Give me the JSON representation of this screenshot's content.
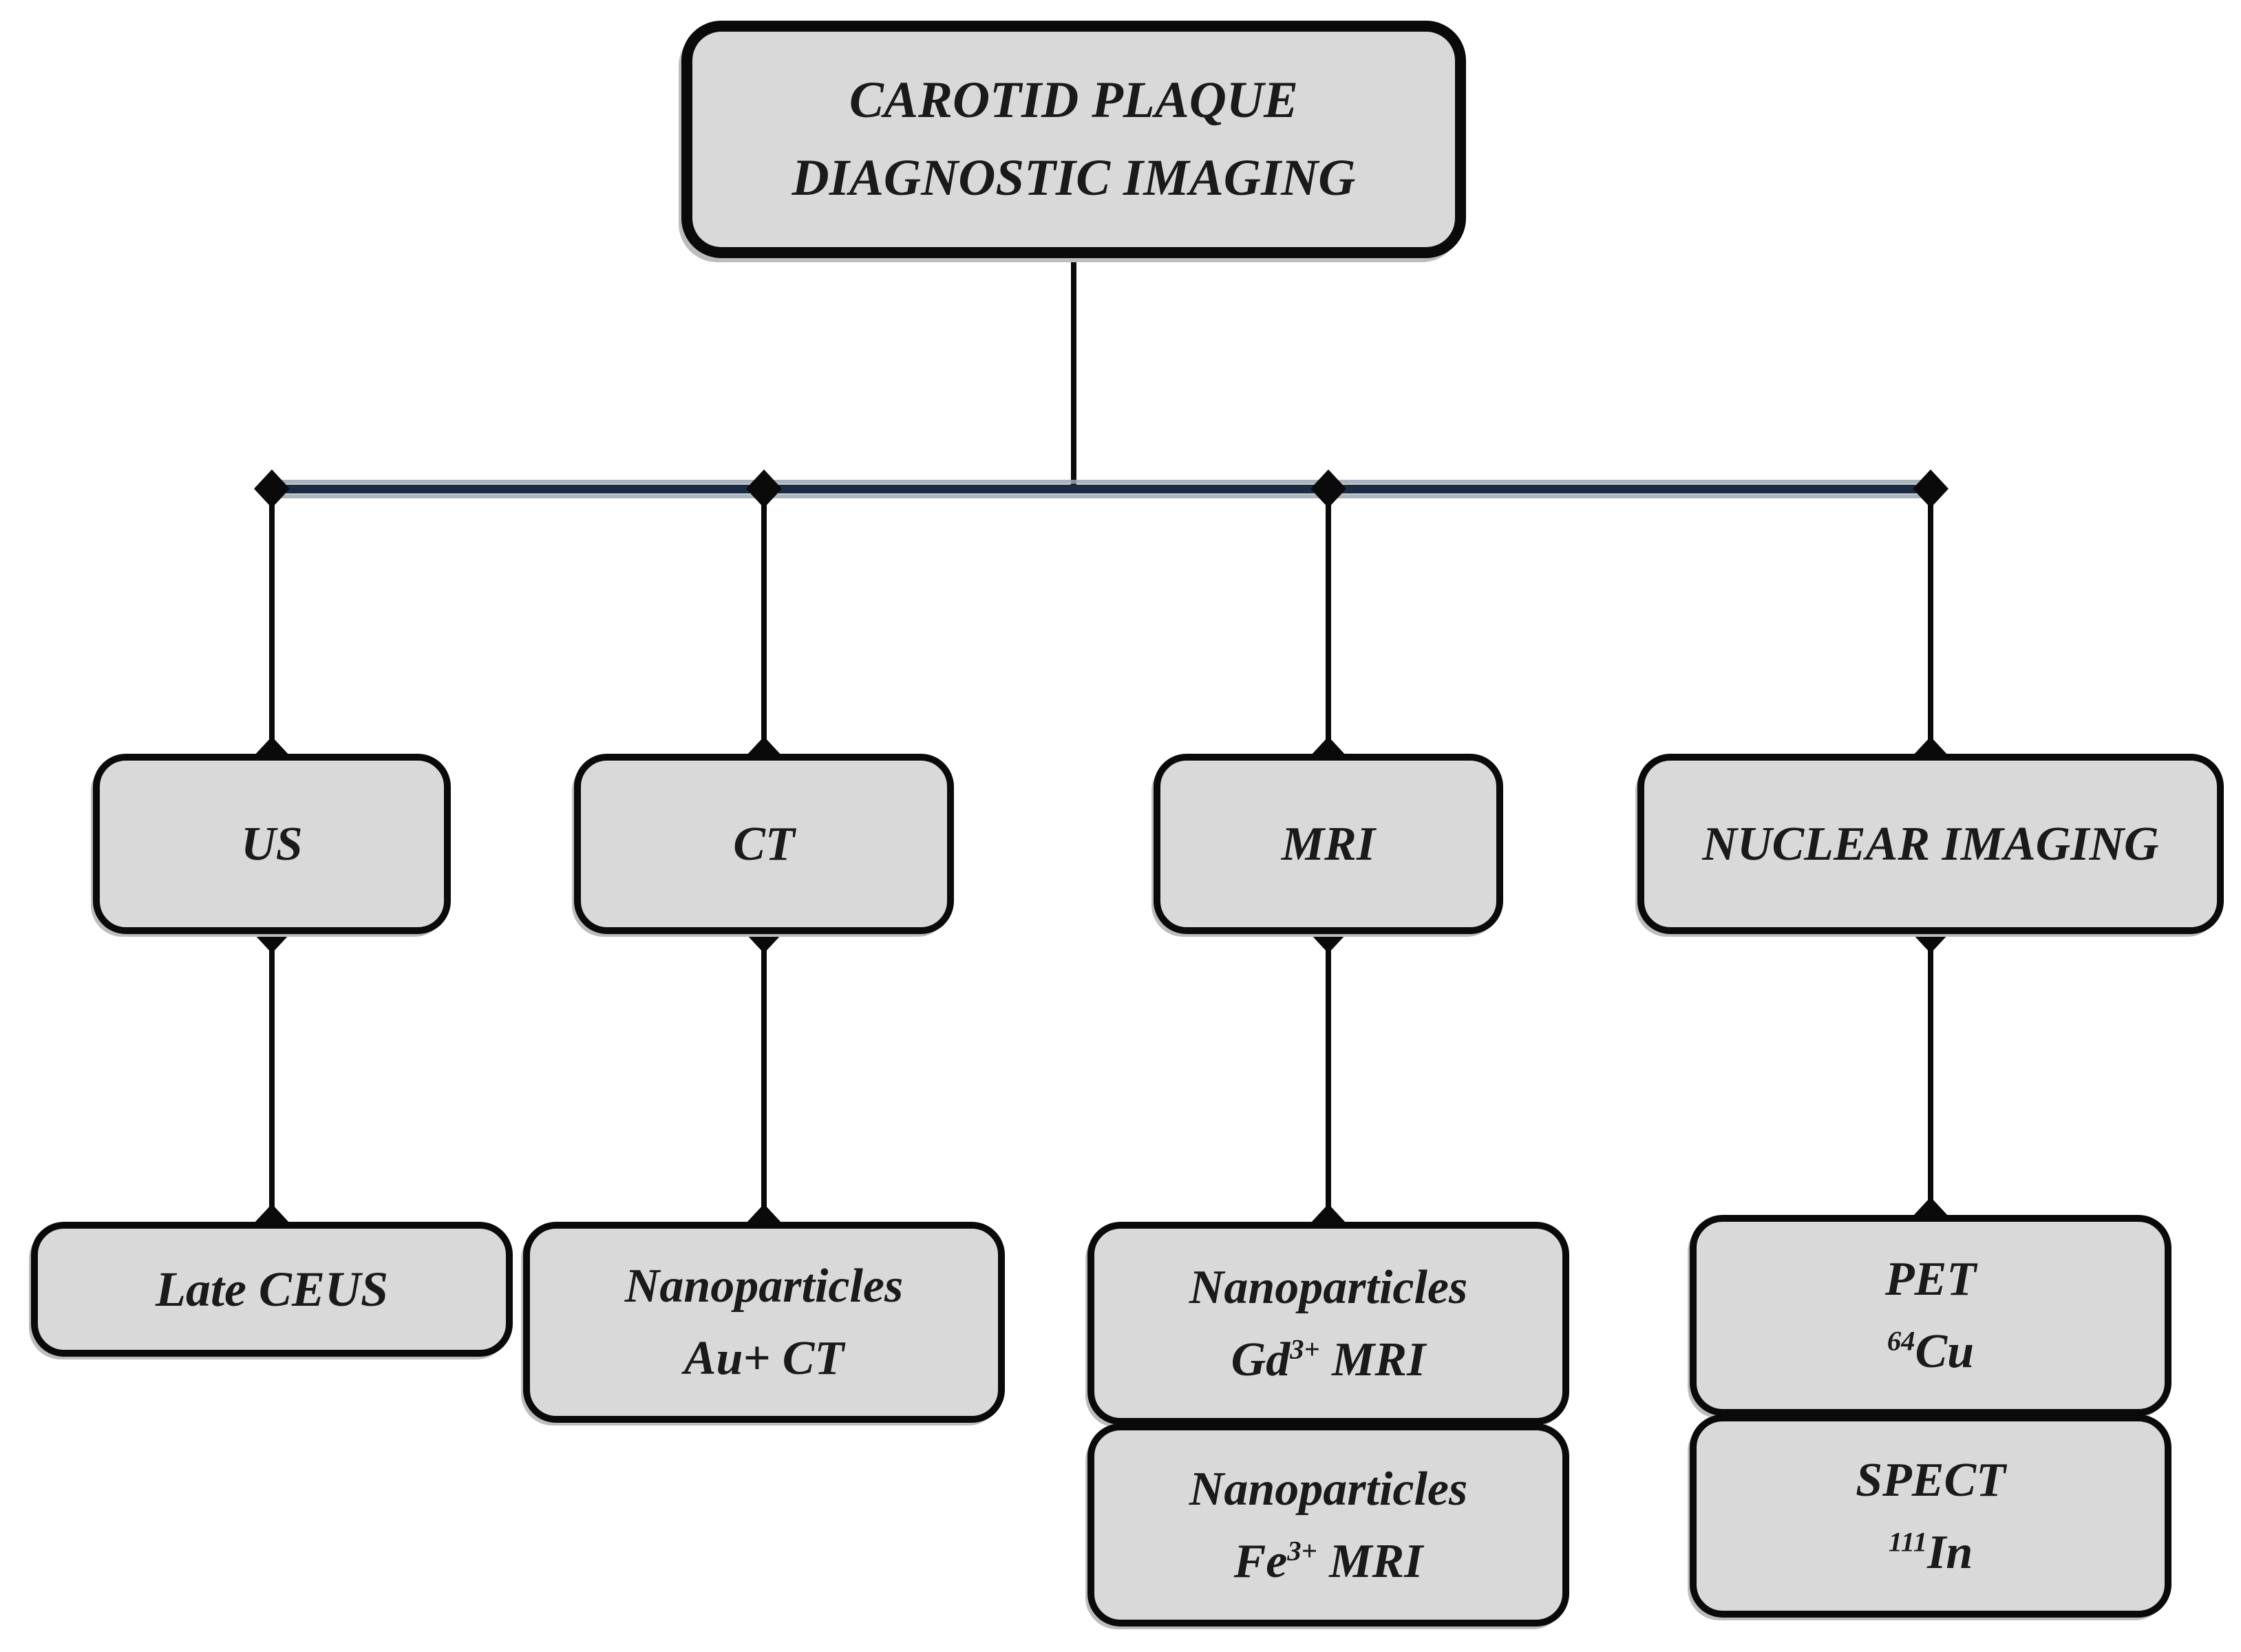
{
  "figure_type": "flowchart",
  "root": {
    "line1": "CAROTID PLAQUE",
    "line2": "DIAGNOSTIC IMAGING"
  },
  "branches": [
    {
      "id": "us",
      "label": "US",
      "children": [
        {
          "id": "late-ceus",
          "line1": "Late CEUS",
          "line2_pre": "",
          "line2_sup": "",
          "line2_post": ""
        }
      ]
    },
    {
      "id": "ct",
      "label": "CT",
      "children": [
        {
          "id": "nanoparticles-au-ct",
          "line1": "Nanoparticles",
          "line2_pre": "Au+ CT",
          "line2_sup": "",
          "line2_post": ""
        }
      ]
    },
    {
      "id": "mri",
      "label": "MRI",
      "children": [
        {
          "id": "nanoparticles-gd-mri",
          "line1": "Nanoparticles",
          "line2_pre": "Gd",
          "line2_sup": "3+",
          "line2_post": " MRI"
        },
        {
          "id": "nanoparticles-fe-mri",
          "line1": "Nanoparticles",
          "line2_pre": "Fe",
          "line2_sup": "3+",
          "line2_post": " MRI"
        }
      ]
    },
    {
      "id": "nuclear-imaging",
      "label": "NUCLEAR IMAGING",
      "children": [
        {
          "id": "pet-64cu",
          "line1": "PET",
          "line2_pre": "",
          "line2_sup": "64",
          "line2_post": "Cu"
        },
        {
          "id": "spect-111in",
          "line1": "SPECT",
          "line2_pre": "",
          "line2_sup": "111",
          "line2_post": "In"
        }
      ]
    }
  ],
  "colors": {
    "background": "#ffffff",
    "box_fill": "#d9d9d9",
    "box_border": "#0a0a0a",
    "box_shadow": "#bdbdbd",
    "text": "#1a1a1a",
    "connector": "#0a0a0a",
    "bus": "#1b2b44",
    "bus_shadow": "#9ca6b3"
  }
}
